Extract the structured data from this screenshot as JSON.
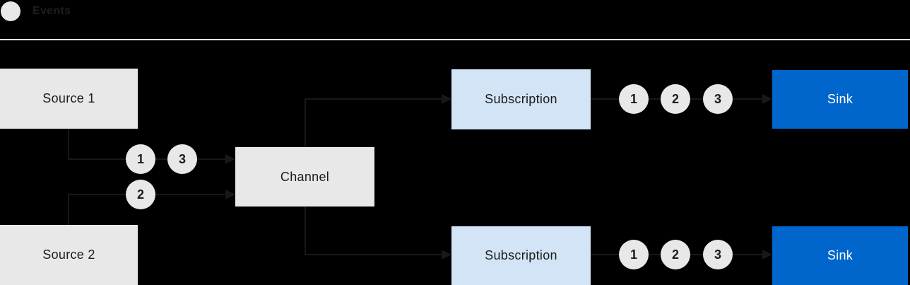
{
  "legend": {
    "label": "Events"
  },
  "nodes": {
    "source1": {
      "label": "Source 1"
    },
    "source2": {
      "label": "Source 2"
    },
    "channel": {
      "label": "Channel"
    },
    "subscription_top": {
      "label": "Subscription"
    },
    "subscription_bottom": {
      "label": "Subscription"
    },
    "sink_top": {
      "label": "Sink"
    },
    "sink_bottom": {
      "label": "Sink"
    }
  },
  "markers": {
    "source1_to_channel": [
      "1",
      "3"
    ],
    "source2_to_channel": [
      "2"
    ],
    "subscription_top_to_sink": [
      "1",
      "2",
      "3"
    ],
    "subscription_bottom_to_sink": [
      "1",
      "2",
      "3"
    ]
  },
  "colors": {
    "bg": "#000000",
    "box_gray": "#E8E8E8",
    "box_lightblue": "#D2E4F6",
    "box_blue": "#0066CC",
    "line": "#181818",
    "text_dark": "#1B1B1B",
    "text_light": "#FFFFFF",
    "separator": "#E8E8E8"
  }
}
